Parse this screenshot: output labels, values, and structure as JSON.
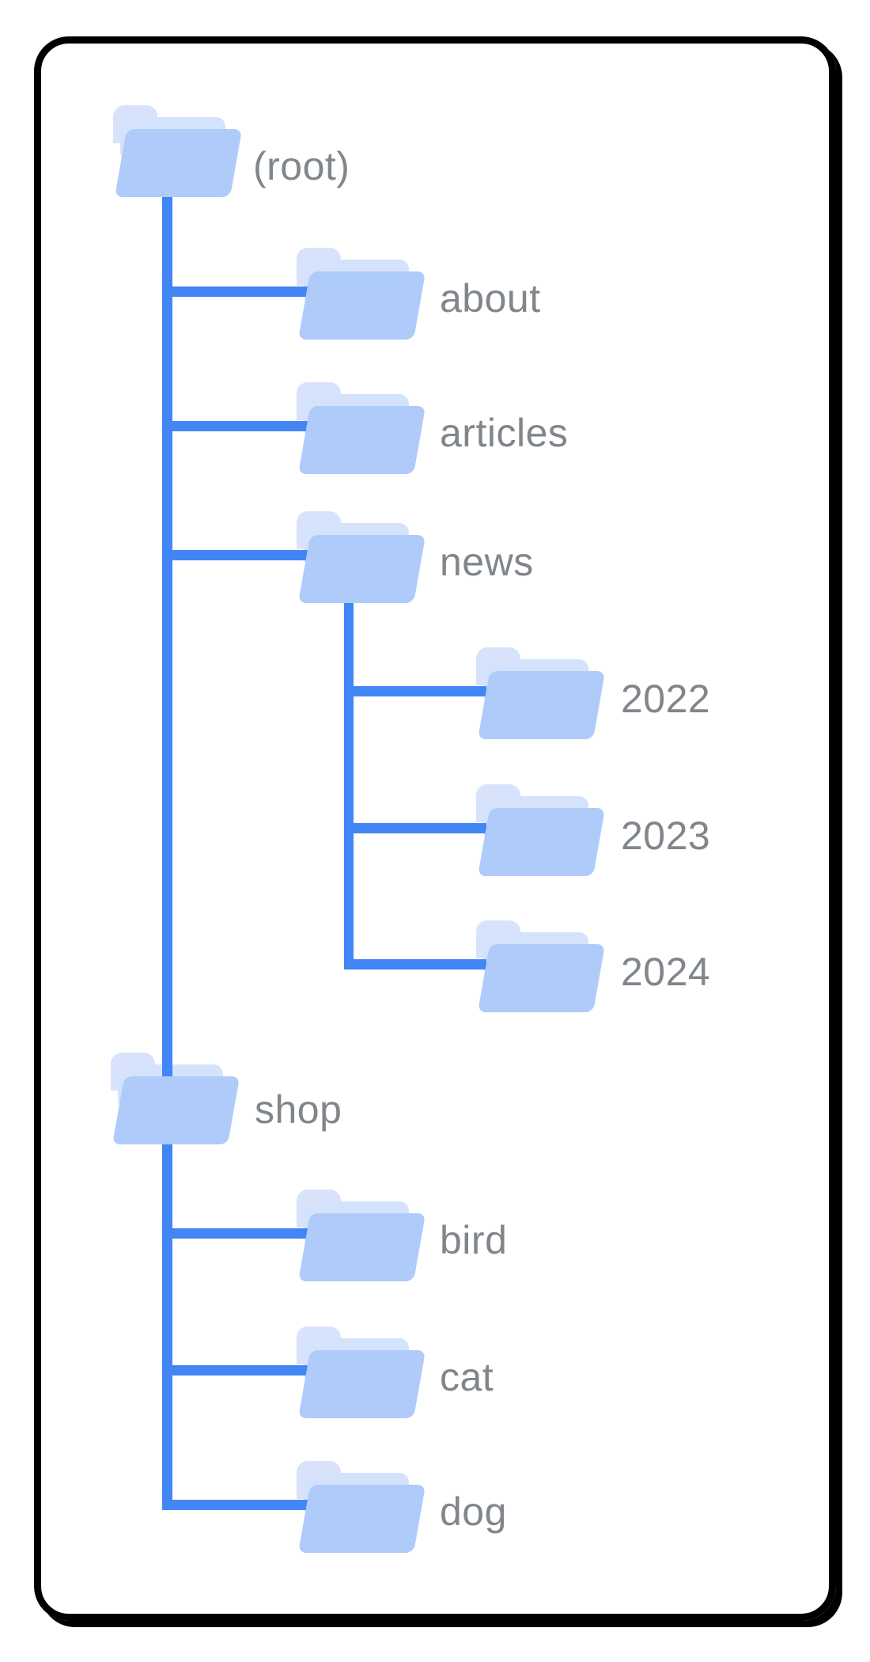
{
  "diagram_type": "site-folder-tree",
  "labels": {
    "root": "(root)",
    "about": "about",
    "articles": "articles",
    "news": "news",
    "y2022": "2022",
    "y2023": "2023",
    "y2024": "2024",
    "shop": "shop",
    "bird": "bird",
    "cat": "cat",
    "dog": "dog"
  },
  "tree": {
    "label": "(root)",
    "children": [
      {
        "label": "about",
        "children": []
      },
      {
        "label": "articles",
        "children": []
      },
      {
        "label": "news",
        "children": [
          {
            "label": "2022"
          },
          {
            "label": "2023"
          },
          {
            "label": "2024"
          }
        ]
      },
      {
        "label": "shop",
        "children": [
          {
            "label": "bird"
          },
          {
            "label": "cat"
          },
          {
            "label": "dog"
          }
        ]
      }
    ]
  },
  "colors": {
    "connector_line": "#4285F4",
    "folder_front": "#AECBFA",
    "folder_back": "#D5E2FB",
    "folder_tab": "#D8E3FB",
    "label_text": "#80868B",
    "frame_border": "#000000",
    "background": "#FFFFFF"
  }
}
